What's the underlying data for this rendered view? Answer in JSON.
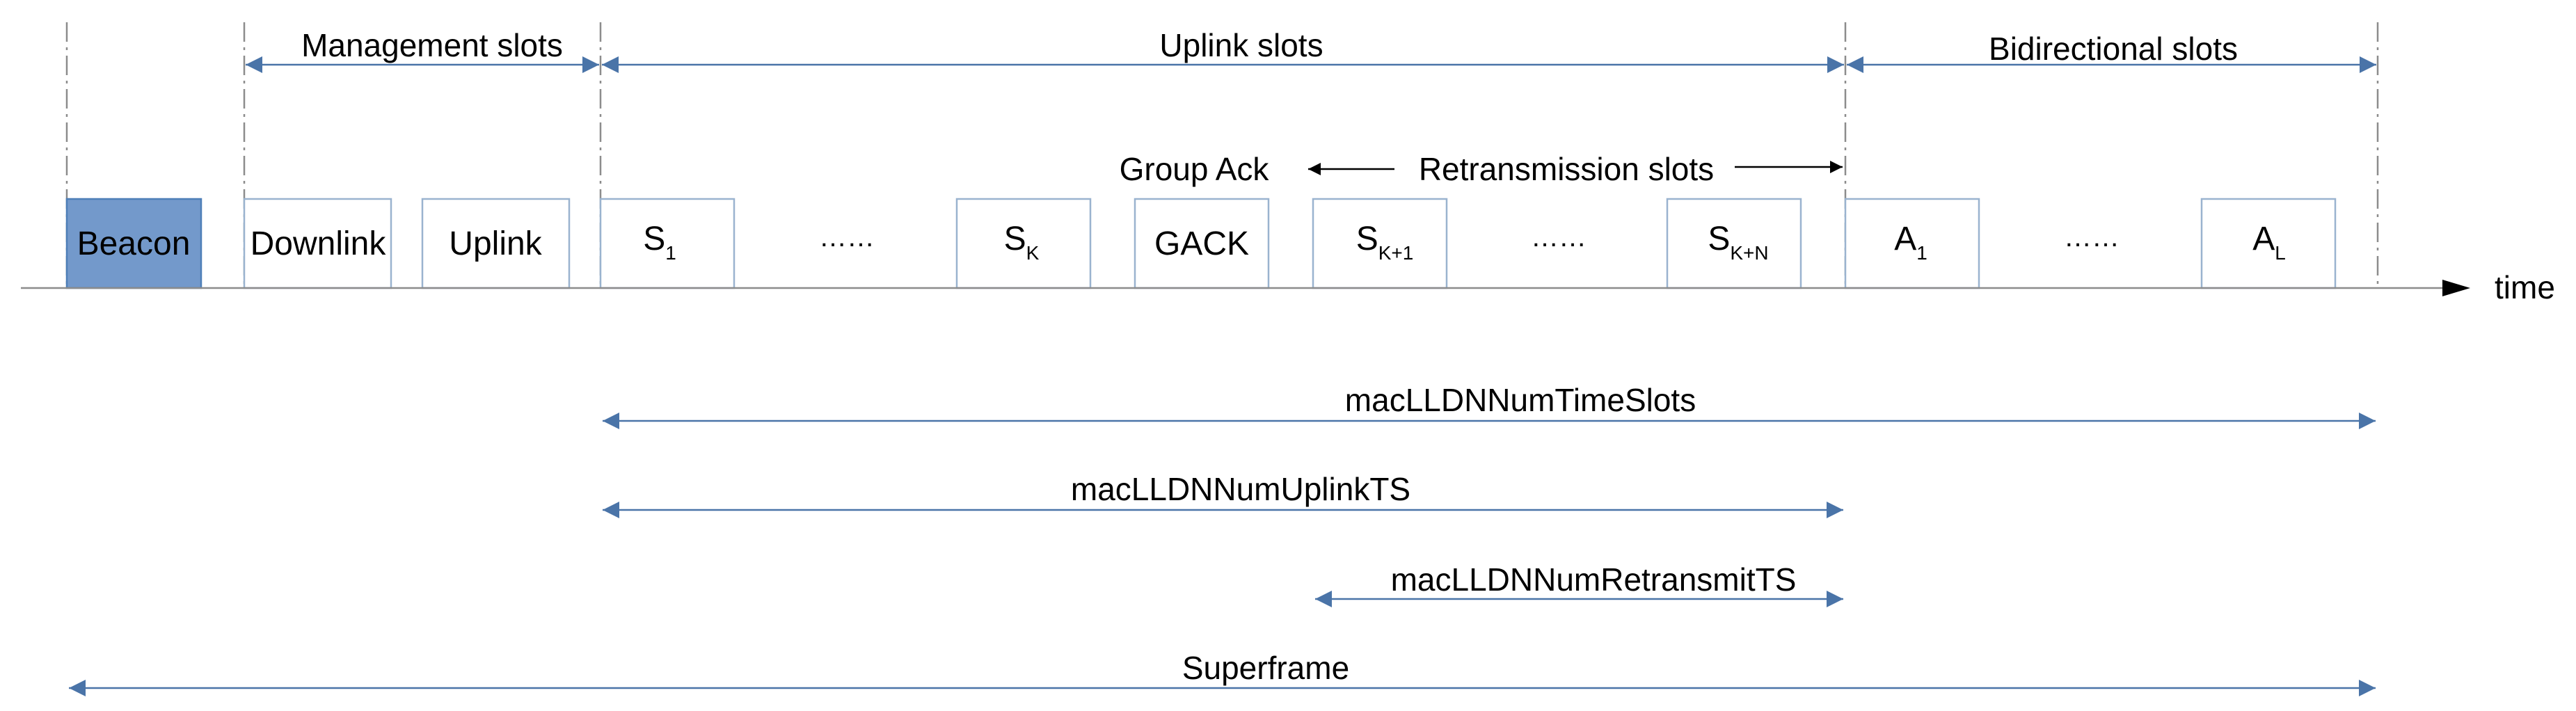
{
  "diagram": {
    "axis_label": "time",
    "colors": {
      "beacon_fill": "#7399cb",
      "dimension_line": "#4a74a8",
      "slot_border": "#9ab3cf"
    },
    "slots": {
      "beacon": "Beacon",
      "downlink": "Downlink",
      "uplink": "Uplink",
      "s1": {
        "main": "S",
        "sub": "1"
      },
      "dots1": "……",
      "sk": {
        "main": "S",
        "sub": "K"
      },
      "gack": "GACK",
      "sk1": {
        "main": "S",
        "sub": "K+1"
      },
      "dots2": "……",
      "skn": {
        "main": "S",
        "sub": "K+N"
      },
      "a1": {
        "main": "A",
        "sub": "1"
      },
      "dots3": "……",
      "al": {
        "main": "A",
        "sub": "L"
      }
    },
    "top_spans": {
      "management": "Management slots",
      "uplink": "Uplink slots",
      "bidirectional": "Bidirectional slots"
    },
    "group_ack": "Group Ack",
    "retransmission": "Retransmission slots",
    "bottom_spans": {
      "time_slots": "macLLDNNumTimeSlots",
      "uplink_ts": "macLLDNNumUplinkTS",
      "retransmit_ts": "macLLDNNumRetransmitTS",
      "superframe": "Superframe"
    }
  }
}
